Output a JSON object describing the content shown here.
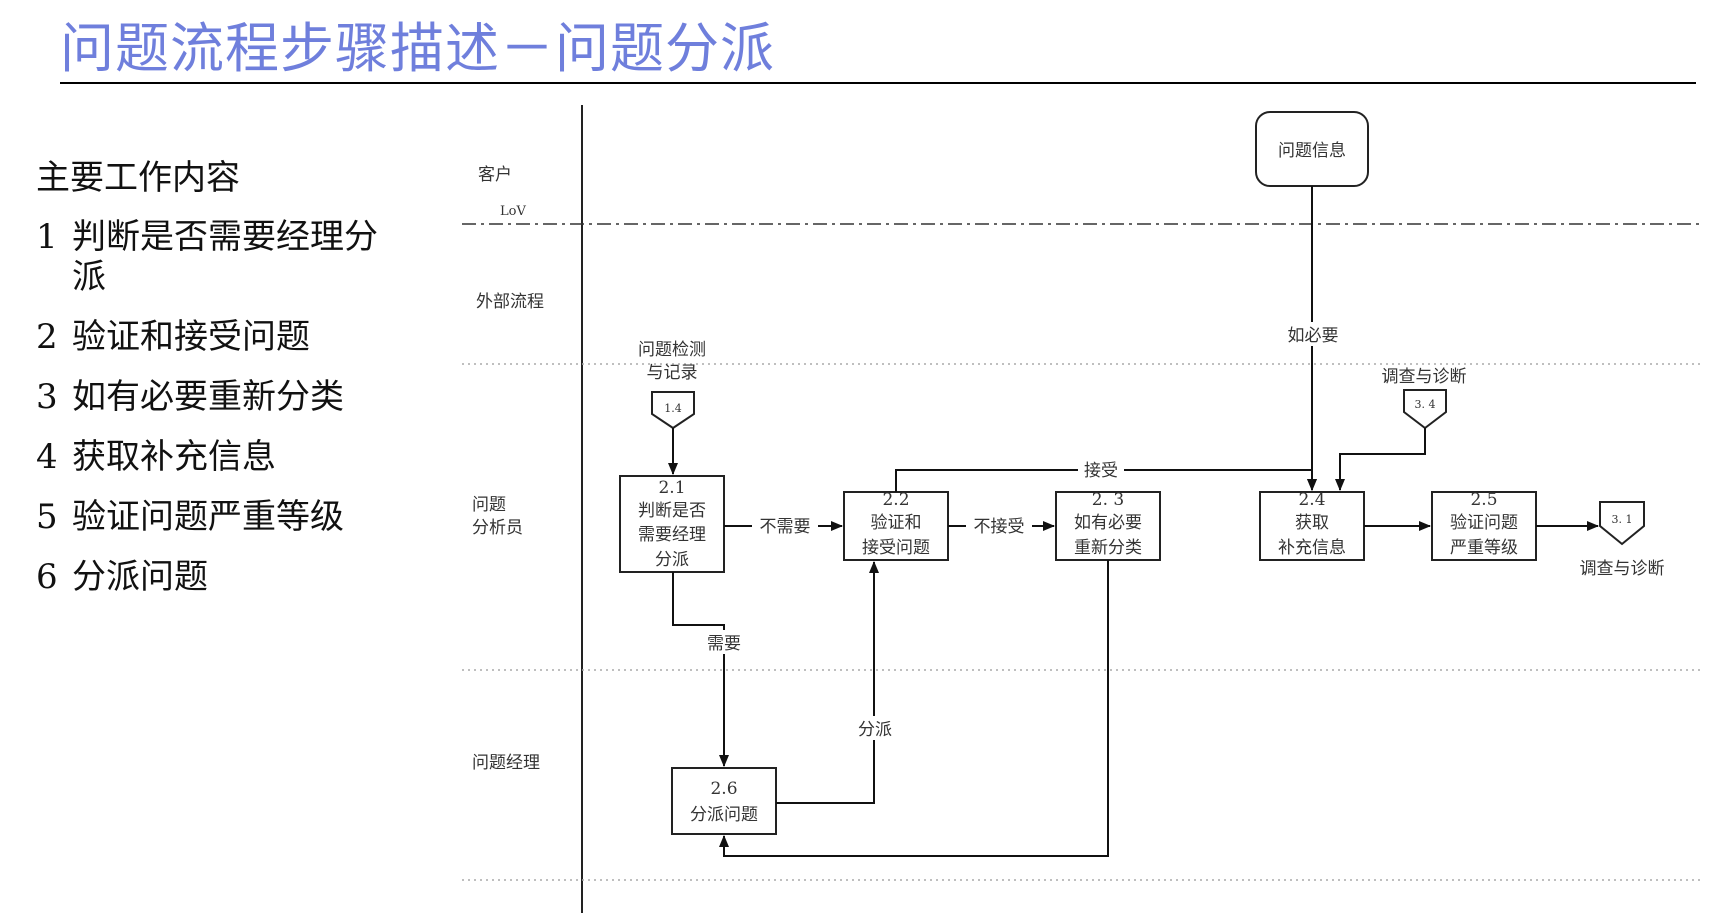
{
  "title": "问题流程步骤描述－问题分派",
  "side": {
    "heading": "主要工作内容",
    "items": [
      {
        "num": "1",
        "text": "判断是否需要经理分派"
      },
      {
        "num": "2",
        "text": "验证和接受问题"
      },
      {
        "num": "3",
        "text": "如有必要重新分类"
      },
      {
        "num": "4",
        "text": "获取补充信息"
      },
      {
        "num": "5",
        "text": "验证问题严重等级"
      },
      {
        "num": "6",
        "text": "分派问题"
      }
    ]
  },
  "lanes": {
    "customer": "客户",
    "lov": "LoV",
    "external": "外部流程",
    "analyst_line1": "问题",
    "analyst_line2": "分析员",
    "manager": "问题经理"
  },
  "nodes": {
    "problem_info": "问题信息",
    "n21": {
      "num": "2.1",
      "line1": "判断是否",
      "line2": "需要经理",
      "line3": "分派"
    },
    "n22": {
      "num": "2.2",
      "line1": "验证和",
      "line2": "接受问题"
    },
    "n23": {
      "num": "2. 3",
      "line1": "如有必要",
      "line2": "重新分类"
    },
    "n24": {
      "num": "2.4",
      "line1": "获取",
      "line2": "补充信息"
    },
    "n25": {
      "num": "2.5",
      "line1": "验证问题",
      "line2": "严重等级"
    },
    "n26": {
      "num": "2.6",
      "line1": "分派问题"
    }
  },
  "connectors": {
    "c14": {
      "num": "1.4",
      "label1": "问题检测",
      "label2": "与记录"
    },
    "c34": {
      "num": "3. 4",
      "label": "调查与诊断"
    },
    "c31": {
      "num": "3. 1",
      "label": "调查与诊断"
    }
  },
  "edges": {
    "not_needed": "不需要",
    "not_accepted": "不接受",
    "accept": "接受",
    "needed": "需要",
    "assign": "分派",
    "if_needed": "如必要"
  }
}
